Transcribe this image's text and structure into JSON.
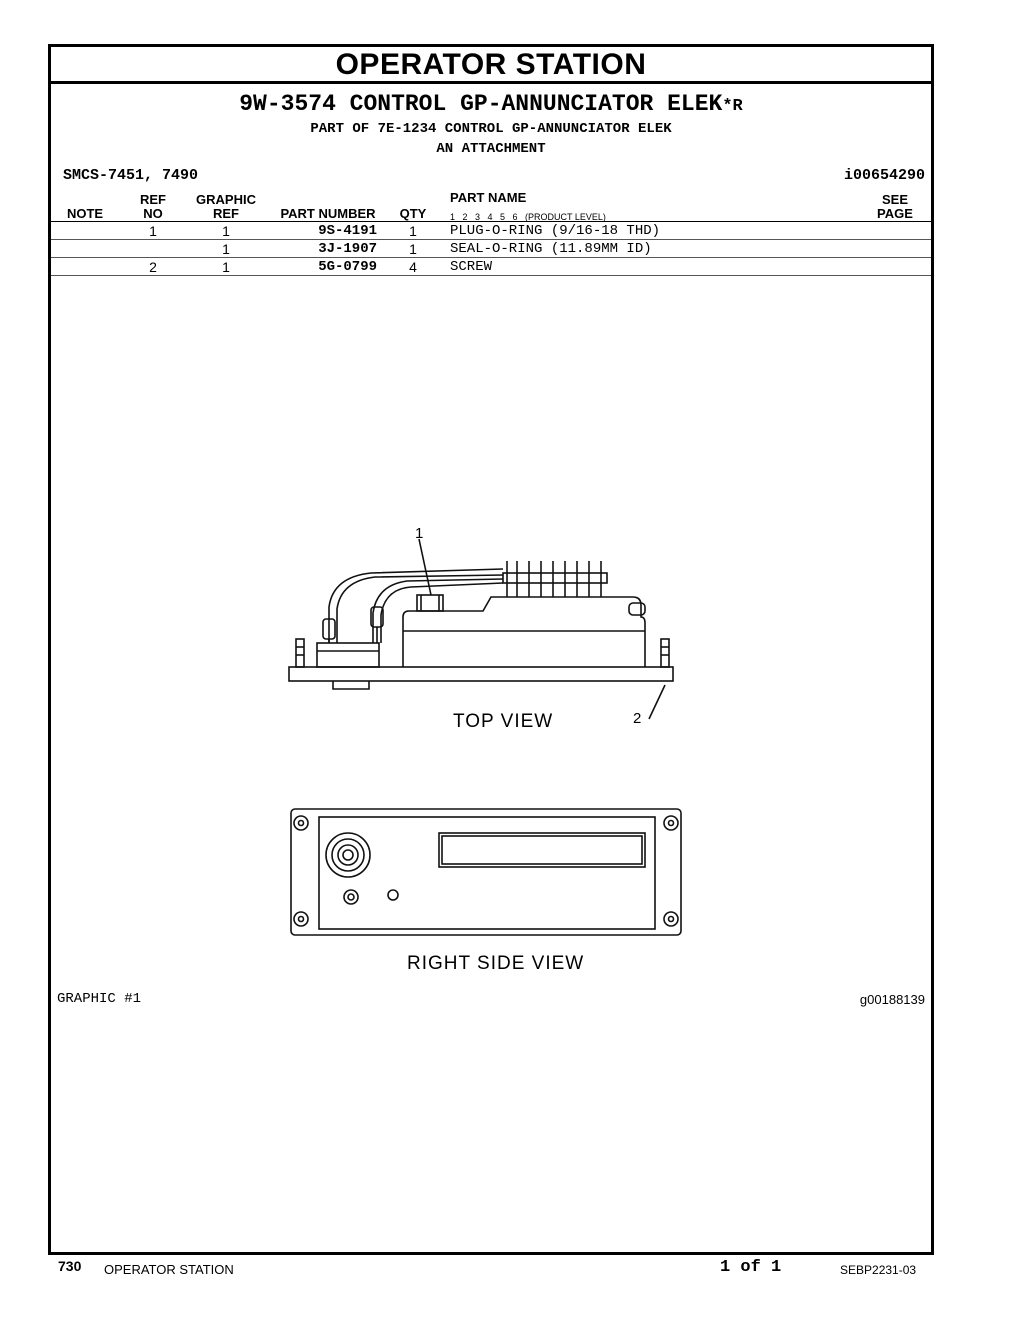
{
  "header": {
    "title": "OPERATOR STATION",
    "subtitle": "9W-3574 CONTROL GP-ANNUNCIATOR ELEK",
    "subtitle_mark": "*R",
    "part_of": "PART OF 7E-1234 CONTROL GP-ANNUNCIATOR ELEK",
    "attachment": "AN ATTACHMENT",
    "smcs": "SMCS-7451, 7490",
    "doc_ref": "i00654290"
  },
  "table": {
    "columns": {
      "note": "NOTE",
      "ref_no_1": "REF",
      "ref_no_2": "NO",
      "graphic_ref_1": "GRAPHIC",
      "graphic_ref_2": "REF",
      "part_number": "PART NUMBER",
      "qty": "QTY",
      "part_name": "PART NAME",
      "product_levels": "1   2   3   4   5   6   (PRODUCT LEVEL)",
      "see_page_1": "SEE",
      "see_page_2": "PAGE"
    },
    "rows": [
      {
        "ref_no": "1",
        "graphic_ref": "1",
        "part_number": "9S-4191",
        "qty": "1",
        "part_name": "PLUG-O-RING (9/16-18 THD)"
      },
      {
        "ref_no": "",
        "graphic_ref": "1",
        "part_number": "3J-1907",
        "qty": "1",
        "part_name": "SEAL-O-RING (11.89MM ID)"
      },
      {
        "ref_no": "2",
        "graphic_ref": "1",
        "part_number": "5G-0799",
        "qty": "4",
        "part_name": "SCREW"
      }
    ]
  },
  "graphic": {
    "callout_1": "1",
    "callout_2": "2",
    "top_view_label": "TOP VIEW",
    "side_view_label": "RIGHT SIDE VIEW",
    "graphic_label": "GRAPHIC #1",
    "graphic_id": "g00188139"
  },
  "footer": {
    "page_number": "730",
    "section": "OPERATOR STATION",
    "page_of": "1 of 1",
    "doc_number": "SEBP2231-03"
  }
}
